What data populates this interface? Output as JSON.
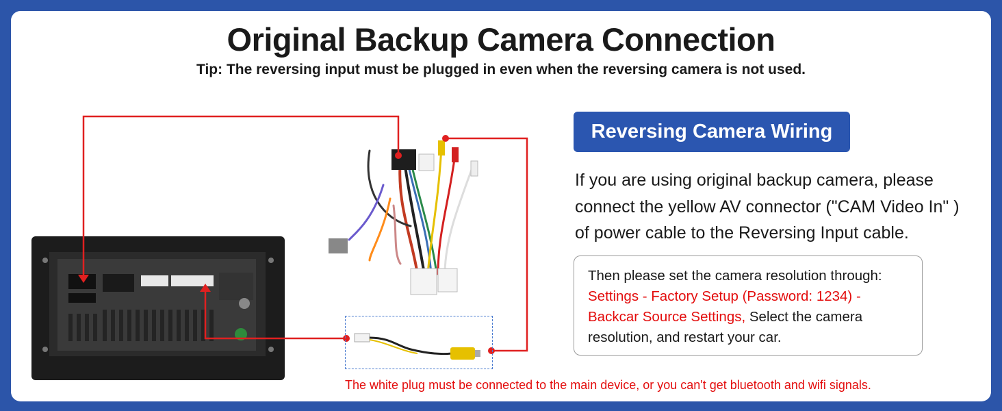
{
  "header": {
    "title": "Original Backup Camera Connection",
    "tip": "Tip: The reversing input must be plugged in even when the reversing camera is not used."
  },
  "section": {
    "heading": "Reversing Camera Wiring",
    "description_lines": [
      "If you are using original backup camera, please",
      "connect the yellow AV connector (\"CAM Video In\" )",
      "of power cable to the Reversing Input cable."
    ]
  },
  "settings_note": {
    "line1": "Then please set the camera resolution through:",
    "line2_red": "Settings - Factory Setup (Password: 1234) -",
    "line3_red": "Backcar Source Settings,",
    "line3_rest": " Select the camera",
    "line4": "resolution, and restart your car."
  },
  "footer_note": "The white plug must be connected to the main device, or you can't get bluetooth and wifi signals.",
  "colors": {
    "background": "#2c55a9",
    "accent_blue": "#2b56b0",
    "warning_red": "#e30d0d",
    "connector_line": "#e02020"
  },
  "images": {
    "head_unit": "head-unit-rear-photo",
    "harness": "power-wiring-harness-photo",
    "camera_cable": "reversing-input-cable-photo"
  }
}
